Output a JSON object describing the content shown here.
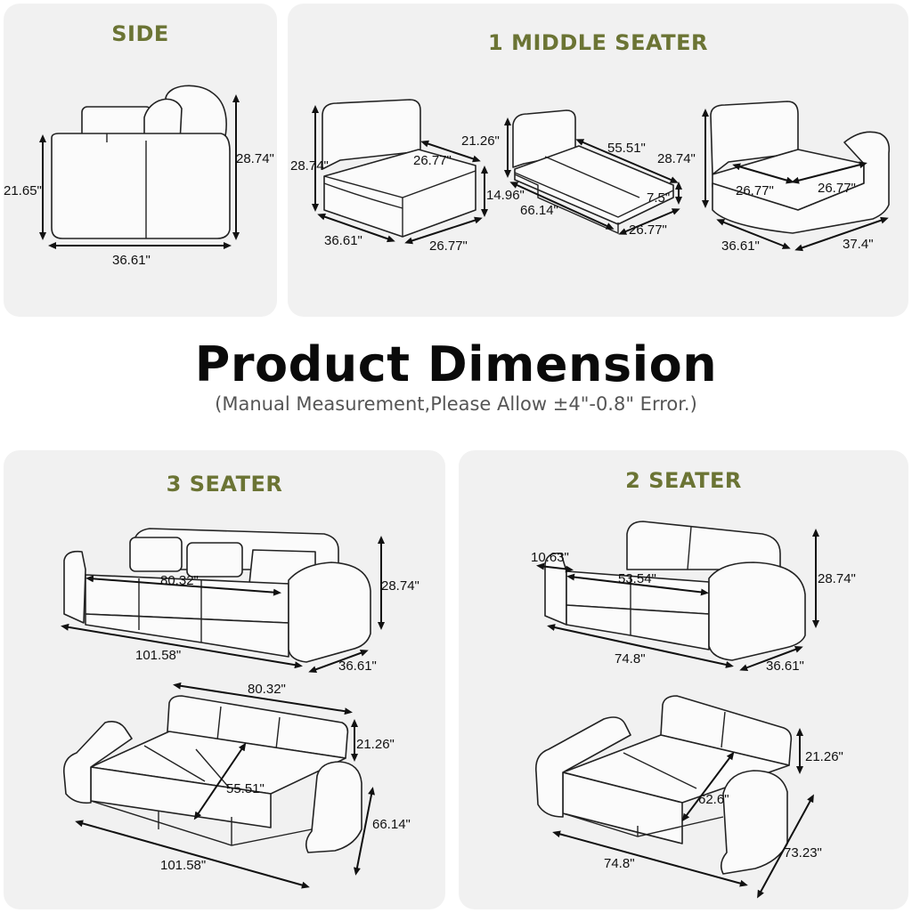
{
  "title": "Product Dimension",
  "subtitle": "(Manual Measurement,Please Allow ±4\"-0.8\" Error.)",
  "panels": {
    "side": {
      "title": "SIDE",
      "labels": {
        "height": "28.74\"",
        "seat_height": "21.65\"",
        "depth": "36.61\""
      }
    },
    "middle": {
      "title": "1 MIDDLE SEATER",
      "labels": {
        "back_height": "28.74\"",
        "seat_width": "26.77\"",
        "seat_thickness": "14.96\"",
        "depth": "36.61\"",
        "width": "26.77\"",
        "bed_height": "21.26\"",
        "bed_length_top": "55.51\"",
        "bed_thickness": "7.5\"",
        "bed_length": "66.14\"",
        "bed_width": "26.77\"",
        "corner_height": "28.74\"",
        "corner_seat_a": "26.77\"",
        "corner_seat_b": "26.77\"",
        "corner_depth": "36.61\"",
        "corner_width": "37.4\""
      }
    },
    "three": {
      "title": "3 SEATER",
      "labels": {
        "seat_width": "80.32\"",
        "height": "28.74\"",
        "length": "101.58\"",
        "depth": "36.61\"",
        "bed_top_width": "80.32\"",
        "bed_height": "21.26\"",
        "bed_depth": "55.51\"",
        "bed_length": "101.58\"",
        "bed_total_depth": "66.14\""
      }
    },
    "two": {
      "title": "2 SEATER",
      "labels": {
        "arm_width": "10.63\"",
        "seat_width": "53.54\"",
        "height": "28.74\"",
        "length": "74.8\"",
        "depth": "36.61\"",
        "bed_height": "21.26\"",
        "bed_depth": "62.6\"",
        "bed_length": "74.8\"",
        "bed_total_depth": "73.23\""
      }
    }
  },
  "colors": {
    "panel_bg": "#f1f1f1",
    "title_olive": "#6b7434"
  }
}
